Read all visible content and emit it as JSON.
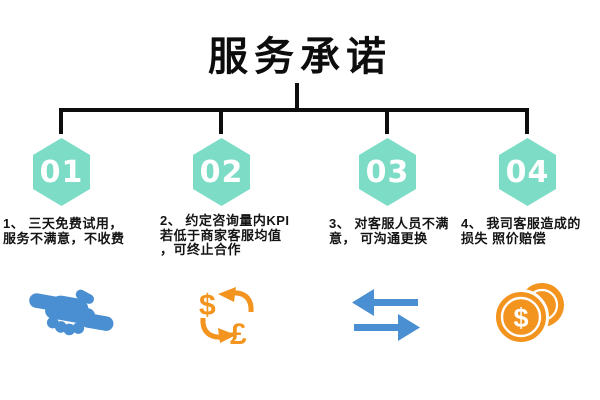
{
  "title": "服务承诺",
  "colors": {
    "hexagon_teal": "#7cdcc5",
    "icon_blue": "#4a8fd2",
    "icon_orange": "#f2941e",
    "connector_black": "#0d0d0d",
    "text_black": "#141414",
    "number_white": "#ffffff"
  },
  "icons": {
    "dollar": "$",
    "pound": "£"
  },
  "columns": [
    {
      "number": "01",
      "icon": "handshake-icon",
      "desc_lines": [
        "1、 三天免费试用，",
        "服务不满意，不收费"
      ]
    },
    {
      "number": "02",
      "icon": "currency-exchange-icon",
      "desc_lines": [
        "2、 约定咨询量内KPI",
        "若低于商家客服均值",
        "，可终止合作"
      ]
    },
    {
      "number": "03",
      "icon": "transfer-arrows-icon",
      "desc_lines": [
        "3、 对客服人员不满",
        "意， 可沟通更换"
      ]
    },
    {
      "number": "04",
      "icon": "coins-icon",
      "desc_lines": [
        "4、 我司客服造成的",
        "损失 照价赔偿"
      ]
    }
  ]
}
